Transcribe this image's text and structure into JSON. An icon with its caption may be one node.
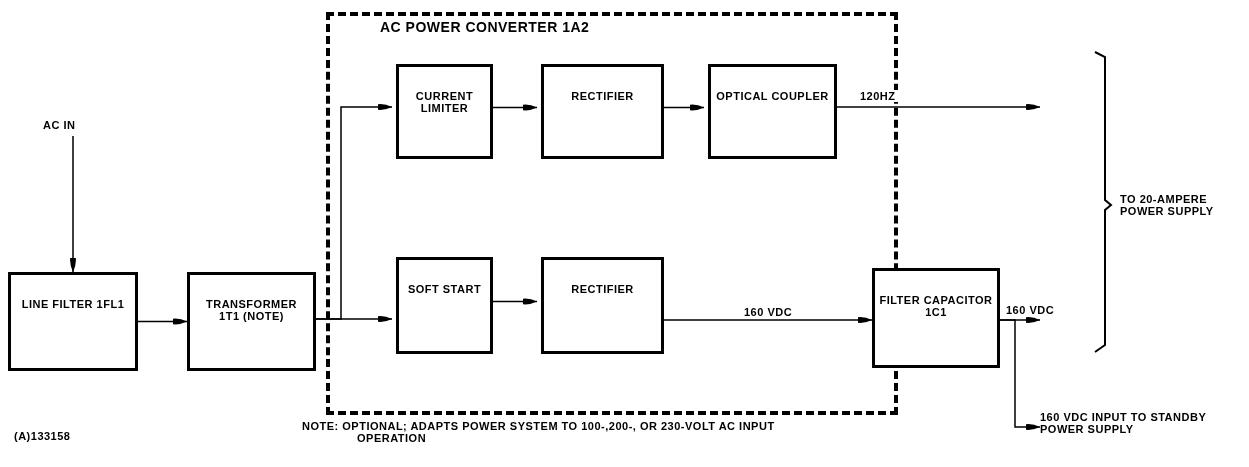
{
  "diagram": {
    "nodes": [
      {
        "text": [
          "AC POWER CONVERTER 1A2"
        ]
      },
      {
        "text": [
          "CURRENT LIMITER"
        ],
        "in": 0
      },
      {
        "text": [
          "RECTIFIER"
        ],
        "in": 0
      },
      {
        "text": [
          "OPTICAL COUPLER"
        ],
        "in": 0
      },
      {
        "text": [
          "AC IN"
        ]
      },
      {
        "text": [
          "LINE FILTER 1FL1"
        ]
      },
      {
        "text": [
          "TRANSFORMER 1T1 (NOTE)"
        ]
      },
      {
        "text": [
          "SOFT START"
        ],
        "in": 0
      },
      {
        "text": [
          "RECTIFIER"
        ],
        "in": 0
      },
      {
        "text": [
          "FILTER CAPACITOR 1C1"
        ]
      },
      {
        "text": [
          "160 VDC INPUT TO STANDBY POWER SUPPLY"
        ]
      }
    ],
    "edges": [
      {
        "from": 4,
        "to": 5,
        "arrow": "to"
      },
      {
        "from": 5,
        "to": 6,
        "arrow": "to"
      },
      {
        "from": 6,
        "to": 1,
        "arrow": "to"
      },
      {
        "from": 6,
        "to": 7,
        "arrow": "to"
      },
      {
        "from": 1,
        "to": 2,
        "arrow": "to"
      },
      {
        "from": 2,
        "to": 3,
        "arrow": "to"
      },
      {
        "from": 3,
        "to": null,
        "arrow": "to",
        "label": "120HZ"
      },
      {
        "from": 7,
        "to": 8,
        "arrow": "to"
      },
      {
        "from": 8,
        "to": 9,
        "arrow": "to",
        "label": "160 VDC"
      },
      {
        "from": 9,
        "to": null,
        "arrow": "to",
        "label": "160 VDC"
      },
      {
        "from": 9,
        "to": 10,
        "arrow": "to"
      }
    ],
    "labels": [
      "TO 20-AMPERE POWER SUPPLY",
      "NOTE: OPTIONAL; ADAPTS POWER SYSTEM TO 100-,200-, OR 230-VOLT AC INPUT OPERATION",
      "(A)133158"
    ]
  }
}
